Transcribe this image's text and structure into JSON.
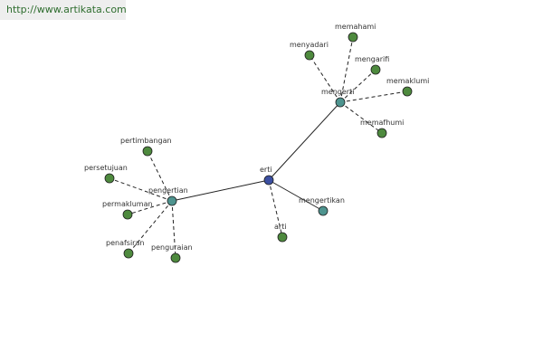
{
  "source": {
    "url_text": "http://www.artikata.com"
  },
  "colors": {
    "root": "#3b4fa1",
    "hub": "#4e948f",
    "synonym": "#4e8a3e",
    "edge": "#222222",
    "label": "#333333"
  },
  "graph": {
    "nodes": [
      {
        "id": "erti",
        "label": "erti",
        "type": "root"
      },
      {
        "id": "mengerti",
        "label": "mengerti",
        "type": "hub"
      },
      {
        "id": "pengertian",
        "label": "pengertian",
        "type": "hub"
      },
      {
        "id": "mengertikan",
        "label": "mengertikan",
        "type": "hub"
      },
      {
        "id": "arti",
        "label": "arti",
        "type": "synonym"
      },
      {
        "id": "memahami",
        "label": "memahami",
        "type": "synonym"
      },
      {
        "id": "menyadari",
        "label": "menyadari",
        "type": "synonym"
      },
      {
        "id": "mengarifi",
        "label": "mengarifi",
        "type": "synonym"
      },
      {
        "id": "memaklumi",
        "label": "memaklumi",
        "type": "synonym"
      },
      {
        "id": "memafhumi",
        "label": "memafhumi",
        "type": "synonym"
      },
      {
        "id": "pertimbangan",
        "label": "pertimbangan",
        "type": "synonym"
      },
      {
        "id": "persetujuan",
        "label": "persetujuan",
        "type": "synonym"
      },
      {
        "id": "permakluman",
        "label": "permakluman",
        "type": "synonym"
      },
      {
        "id": "penafsiran",
        "label": "penafsiran",
        "type": "synonym"
      },
      {
        "id": "penguraian",
        "label": "penguraian",
        "type": "synonym"
      }
    ],
    "edges": [
      {
        "from": "erti",
        "to": "mengerti",
        "style": "solid"
      },
      {
        "from": "erti",
        "to": "pengertian",
        "style": "solid"
      },
      {
        "from": "erti",
        "to": "mengertikan",
        "style": "solid"
      },
      {
        "from": "erti",
        "to": "arti",
        "style": "dashed"
      },
      {
        "from": "mengerti",
        "to": "memahami",
        "style": "dashed"
      },
      {
        "from": "mengerti",
        "to": "menyadari",
        "style": "dashed"
      },
      {
        "from": "mengerti",
        "to": "mengarifi",
        "style": "dashed"
      },
      {
        "from": "mengerti",
        "to": "memaklumi",
        "style": "dashed"
      },
      {
        "from": "mengerti",
        "to": "memafhumi",
        "style": "dashed"
      },
      {
        "from": "pengertian",
        "to": "pertimbangan",
        "style": "dashed"
      },
      {
        "from": "pengertian",
        "to": "persetujuan",
        "style": "dashed"
      },
      {
        "from": "pengertian",
        "to": "permakluman",
        "style": "dashed"
      },
      {
        "from": "pengertian",
        "to": "penafsiran",
        "style": "dashed"
      },
      {
        "from": "pengertian",
        "to": "penguraian",
        "style": "dashed"
      }
    ]
  }
}
